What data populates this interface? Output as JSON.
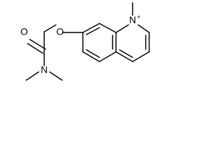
{
  "molecule": {
    "atoms": {
      "carbonyl_oxygen": "O",
      "ester_oxygen": "O",
      "carbamate_nitrogen": "N",
      "ring_nitrogen": "N",
      "ring_nitrogen_charge": "+"
    }
  },
  "colors": {
    "stroke": "#000000",
    "background": "#ffffff"
  }
}
